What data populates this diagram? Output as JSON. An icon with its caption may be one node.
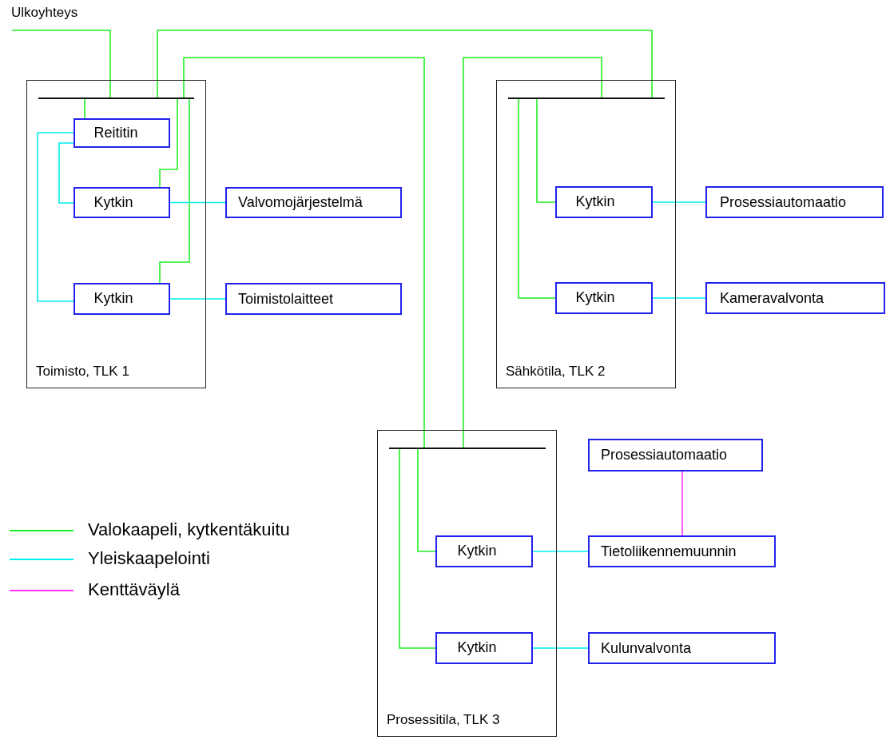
{
  "diagram": {
    "nodes": [
      {
        "text": [
          "Ulkoyhteys"
        ]
      },
      {
        "text": [
          "Toimisto, TLK 1"
        ]
      },
      {
        "text": [],
        "shape": "bar",
        "in": 1
      },
      {
        "text": [
          "Reititin"
        ],
        "in": 1
      },
      {
        "text": [
          "Kytkin"
        ],
        "in": 1
      },
      {
        "text": [
          "Kytkin"
        ],
        "in": 1
      },
      {
        "text": [
          "Valvomojärjestelmä"
        ]
      },
      {
        "text": [
          "Toimistolaitteet"
        ]
      },
      {
        "text": [
          "Sähkötila, TLK 2"
        ]
      },
      {
        "text": [],
        "shape": "bar",
        "in": 8
      },
      {
        "text": [
          "Kytkin"
        ],
        "in": 8
      },
      {
        "text": [
          "Kytkin"
        ],
        "in": 8
      },
      {
        "text": [
          "Prosessiautomaatio"
        ]
      },
      {
        "text": [
          "Kameravalvonta"
        ]
      },
      {
        "text": [
          "Prosessitila, TLK 3"
        ]
      },
      {
        "text": [],
        "shape": "bar",
        "in": 14
      },
      {
        "text": [
          "Kytkin"
        ],
        "in": 14
      },
      {
        "text": [
          "Kytkin"
        ],
        "in": 14
      },
      {
        "text": [
          "Prosessiautomaatio"
        ]
      },
      {
        "text": [
          "Tietoliikennemuunnin"
        ]
      },
      {
        "text": [
          "Kulunvalvonta"
        ]
      }
    ],
    "edges": [
      {
        "from": 0,
        "to": 2,
        "arrow": "none"
      },
      {
        "from": 2,
        "to": 9,
        "arrow": "none"
      },
      {
        "from": 2,
        "to": 15,
        "arrow": "none"
      },
      {
        "from": 9,
        "to": 15,
        "arrow": "none"
      },
      {
        "from": 2,
        "to": 3,
        "arrow": "none"
      },
      {
        "from": 2,
        "to": 4,
        "arrow": "none"
      },
      {
        "from": 2,
        "to": 5,
        "arrow": "none"
      },
      {
        "from": 3,
        "to": 4,
        "arrow": "none",
        "color": "#00eeee"
      },
      {
        "from": 3,
        "to": 5,
        "arrow": "none",
        "color": "#00eeee"
      },
      {
        "from": 4,
        "to": 6,
        "arrow": "none",
        "color": "#00eeee"
      },
      {
        "from": 5,
        "to": 7,
        "arrow": "none",
        "color": "#00eeee"
      },
      {
        "from": 9,
        "to": 10,
        "arrow": "none"
      },
      {
        "from": 9,
        "to": 11,
        "arrow": "none"
      },
      {
        "from": 10,
        "to": 12,
        "arrow": "none",
        "color": "#00eeee"
      },
      {
        "from": 11,
        "to": 13,
        "arrow": "none",
        "color": "#00eeee"
      },
      {
        "from": 15,
        "to": 16,
        "arrow": "none"
      },
      {
        "from": 15,
        "to": 17,
        "arrow": "none"
      },
      {
        "from": 16,
        "to": 19,
        "arrow": "none",
        "color": "#00eeee"
      },
      {
        "from": 17,
        "to": 20,
        "arrow": "none",
        "color": "#00eeee"
      },
      {
        "from": 18,
        "to": 19,
        "arrow": "none",
        "color": "#ff33ff"
      }
    ],
    "legend": [
      {
        "text": "Valokaapeli, kytkentäkuitu",
        "color": "#22ee22"
      },
      {
        "text": "Yleiskaapelointi",
        "color": "#00eeee"
      },
      {
        "text": "Kenttäväylä",
        "color": "#ff33ff"
      }
    ]
  }
}
